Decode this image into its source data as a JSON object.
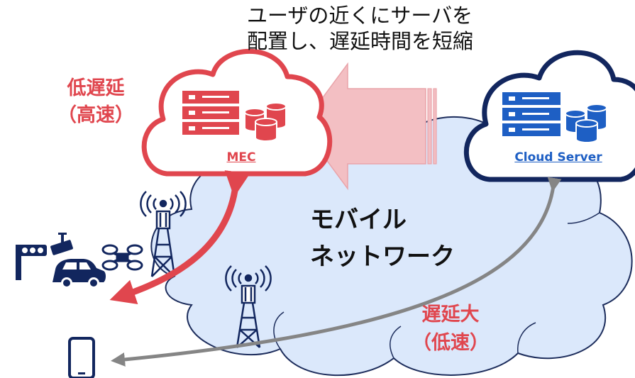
{
  "headline": {
    "line1": "ユーザの近くにサーバを",
    "line2": "配置し、遅延時間を短縮"
  },
  "mec": {
    "label": "MEC",
    "latency_line1": "低遅延",
    "latency_line2": "（高速）"
  },
  "cloud_server": {
    "label": "Cloud Server",
    "latency_line1": "遅延大",
    "latency_line2": "（低速）"
  },
  "network": {
    "line1": "モバイル",
    "line2": "ネットワーク"
  },
  "colors": {
    "mec_red": "#e0464e",
    "arrow_pink": "#f3bfc3",
    "cloud_navy": "#12265e",
    "server_blue": "#1e5fc4",
    "network_fill": "#dbe8fb",
    "network_stroke": "#1d2d5c",
    "gray_arrow": "#858585"
  },
  "icons": [
    "server-rack-icon",
    "database-icon",
    "cell-tower-icon",
    "traffic-signal-icon",
    "security-camera-icon",
    "car-icon",
    "drone-icon",
    "smartphone-icon"
  ]
}
